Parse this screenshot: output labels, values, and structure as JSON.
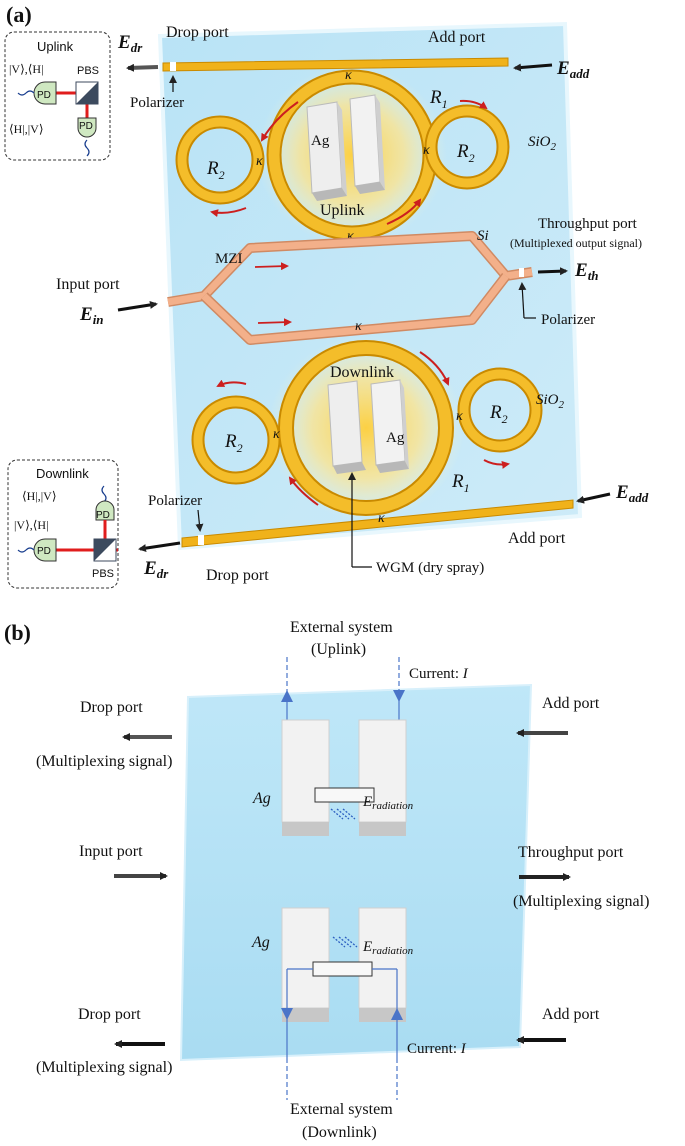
{
  "panel_a": {
    "label": "(a)",
    "drop_port_top": "Drop port",
    "add_port_top": "Add port",
    "e_add_top": "E",
    "e_add_top_sub": "add",
    "e_dr_top": "E",
    "e_dr_top_sub": "dr",
    "polarizer_top": "Polarizer",
    "kappa": "κ",
    "r1": "R",
    "r1_sub": "1",
    "r2": "R",
    "r2_sub": "2",
    "ag": "Ag",
    "uplink": "Uplink",
    "downlink": "Downlink",
    "sio2": "SiO",
    "sio2_sub": "2",
    "si": "Si",
    "mzi": "MZI",
    "throughput_port": "Throughput port",
    "multiplexed_output": "(Multiplexed output signal)",
    "e_th": "E",
    "e_th_sub": "th",
    "input_port": "Input port",
    "e_in": "E",
    "e_in_sub": "in",
    "polarizer_right": "Polarizer",
    "polarizer_bottom": "Polarizer",
    "e_add_bottom": "E",
    "e_add_bottom_sub": "add",
    "add_port_bottom": "Add port",
    "drop_port_bottom": "Drop port",
    "e_dr_bottom": "E",
    "e_dr_bottom_sub": "dr",
    "wgm": "WGM (dry spray)",
    "uplink_box": {
      "title": "Uplink",
      "pbs": "PBS",
      "pd": "PD",
      "ket1": "|V⟩,⟨H|",
      "ket2": "⟨H|,|V⟩"
    },
    "downlink_box": {
      "title": "Downlink",
      "pbs": "PBS",
      "pd": "PD",
      "ket1": "⟨H|,|V⟩",
      "ket2": "|V⟩,⟨H|"
    }
  },
  "panel_b": {
    "label": "(b)",
    "external_uplink_1": "External system",
    "external_uplink_2": "(Uplink)",
    "current_top": "Current: ",
    "current_var": "I",
    "drop_port_top": "Drop port",
    "multiplexing_top": "(Multiplexing signal)",
    "add_port_top": "Add port",
    "ag_top": "Ag",
    "e_rad": "E",
    "e_rad_sub": "radiation",
    "input_port": "Input port",
    "throughput_port": "Throughput port",
    "multiplexing_right": "(Multiplexing signal)",
    "ag_bottom": "Ag",
    "drop_port_bottom": "Drop port",
    "multiplexing_bottom": "(Multiplexing signal)",
    "add_port_bottom": "Add port",
    "current_bottom": "Current: ",
    "external_downlink_1": "External system",
    "external_downlink_2": "(Downlink)"
  },
  "colors": {
    "chip": "#bfe6f7",
    "chip_light": "#dff3fb",
    "gold": "#f0b21a",
    "gold_dark": "#c98a00",
    "wg": "#f3b08a",
    "arrow_red": "#cc1f1f",
    "line_blue": "#4a74c8",
    "arrow_dark": "#333333"
  }
}
